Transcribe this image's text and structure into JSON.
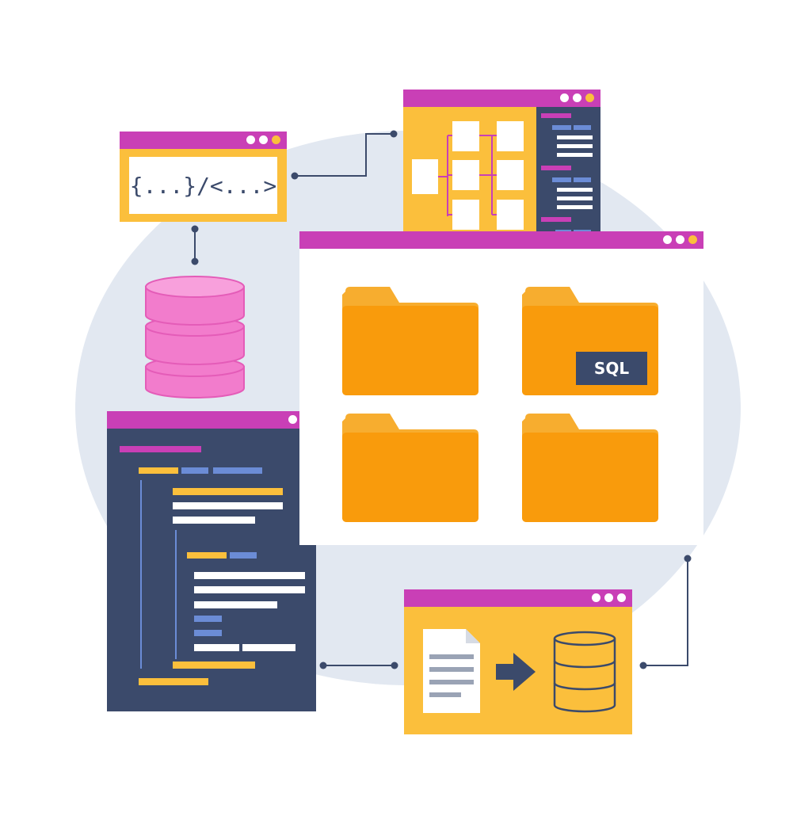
{
  "code_window": {
    "snippet": "{...}/<...>"
  },
  "explorer_window": {
    "folders": [
      {
        "name": "folder",
        "label": ""
      },
      {
        "name": "folder-sql",
        "label": "SQL"
      },
      {
        "name": "folder",
        "label": ""
      },
      {
        "name": "folder",
        "label": ""
      }
    ]
  },
  "colors": {
    "magenta": "#c93fb6",
    "yellow": "#fbbf3c",
    "navy": "#3b4a6b",
    "orange": "#f99b0c",
    "pink": "#f27ccc",
    "light-blue": "#e2e8f1",
    "blue-line": "#6b8cd6"
  },
  "icons": [
    "database-icon",
    "document-icon",
    "arrow-right-icon",
    "folder-icon",
    "window-dots-icon"
  ]
}
